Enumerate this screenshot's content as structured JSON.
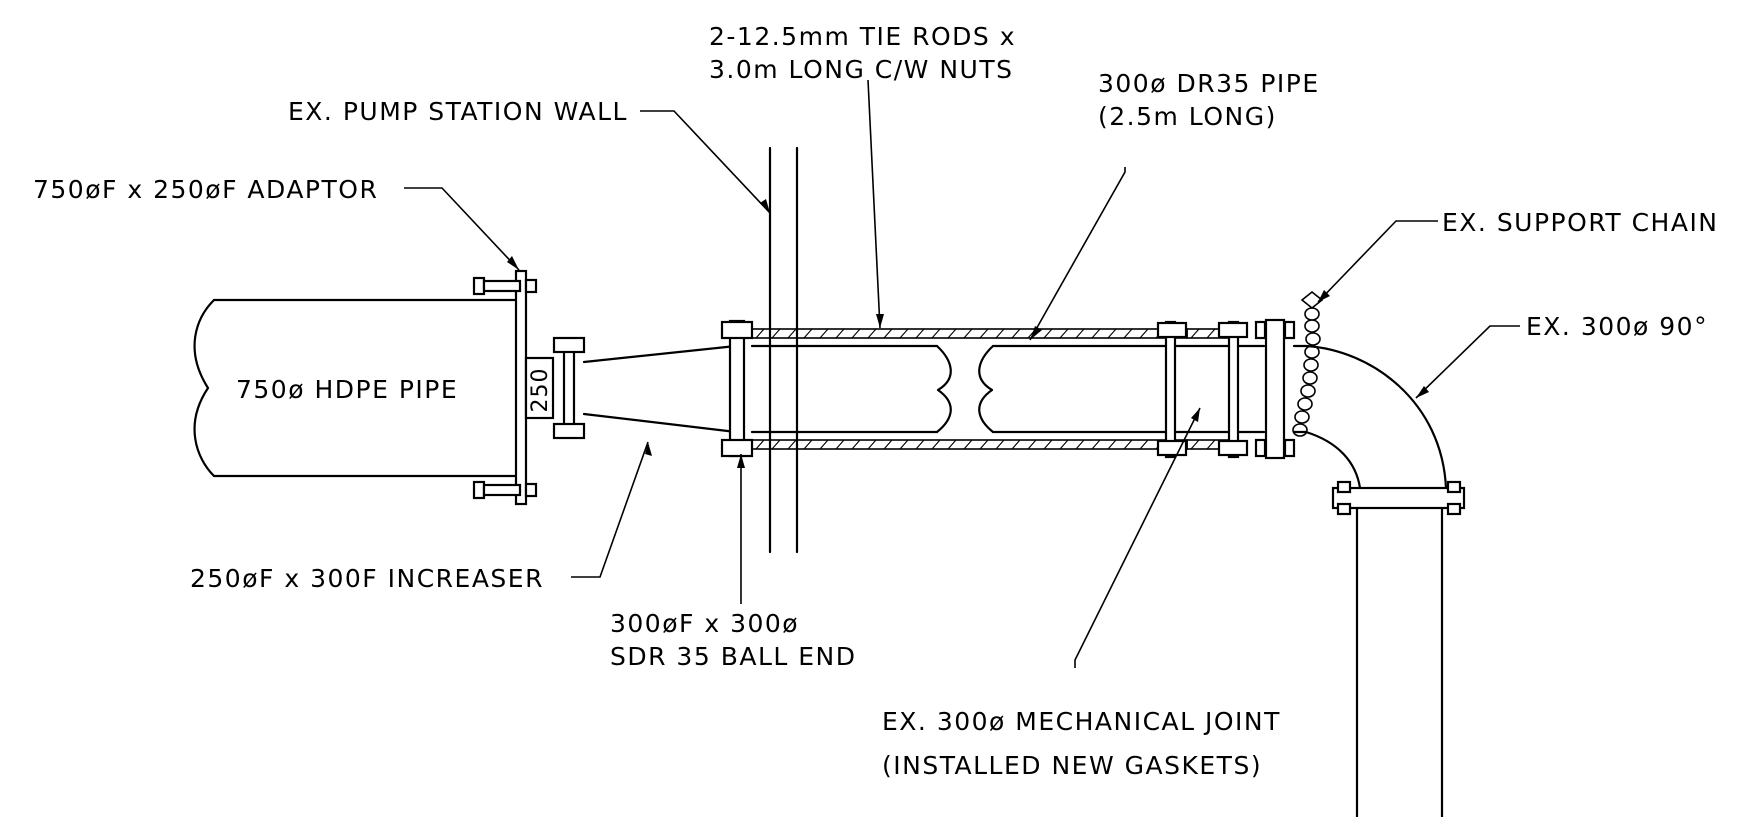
{
  "labels": {
    "tie_rods_1": "2-12.5mm TIE RODS x",
    "tie_rods_2": "3.0m LONG C/W NUTS",
    "pipe_dr35_1": "300ø DR35 PIPE",
    "pipe_dr35_2": "(2.5m LONG)",
    "pump_wall": "EX. PUMP STATION WALL",
    "adaptor": "750øF x 250øF ADAPTOR",
    "support_chain": "EX. SUPPORT CHAIN",
    "elbow": "EX. 300ø 90°",
    "hdpe_pipe": "750ø HDPE PIPE",
    "size_250": "250",
    "increaser": "250øF x 300F INCREASER",
    "ball_end_1": "300øF x 300ø",
    "ball_end_2": "SDR 35 BALL END",
    "mech_joint_1": "EX. 300ø MECHANICAL JOINT",
    "mech_joint_2": "(INSTALLED NEW GASKETS)"
  }
}
